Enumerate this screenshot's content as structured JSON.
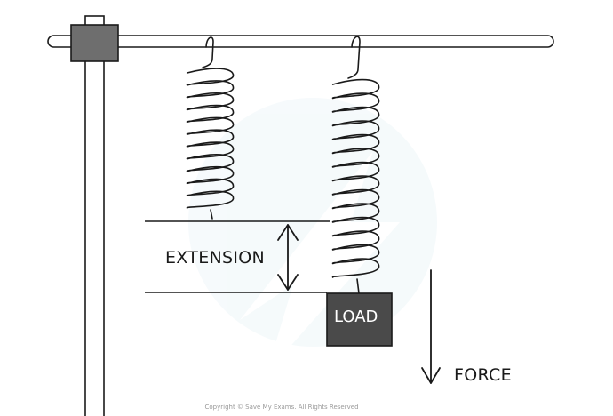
{
  "labels": {
    "extension": "EXTENSION",
    "load": "LOAD",
    "force": "FORCE"
  },
  "footer": {
    "copyright": "Copyright © Save My Exams. All Rights Reserved"
  },
  "colors": {
    "stroke": "#1a1a1a",
    "clamp": "#6e6e6e",
    "load_block": "#4a4a4a",
    "watermark": "#e8f2f6",
    "rod_fill": "#ffffff"
  },
  "icons": {
    "force_arrow": "down-arrow-icon",
    "extension_arrow": "double-headed-vertical-arrow-icon"
  }
}
